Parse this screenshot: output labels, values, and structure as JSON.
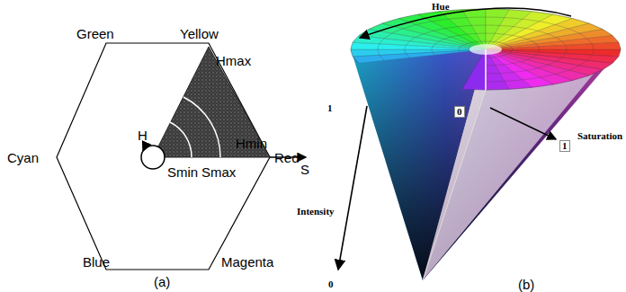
{
  "diagram": {
    "labels": [
      "Green",
      "Yellow",
      "Cyan",
      "Red",
      "Blue",
      "Magenta",
      "Hmax",
      "H",
      "Hmin",
      "S",
      "Smin",
      "Smax",
      "(a)",
      "Hue",
      "1",
      "0",
      "1",
      "Saturation",
      "Intensity",
      "0",
      "(b)"
    ]
  }
}
